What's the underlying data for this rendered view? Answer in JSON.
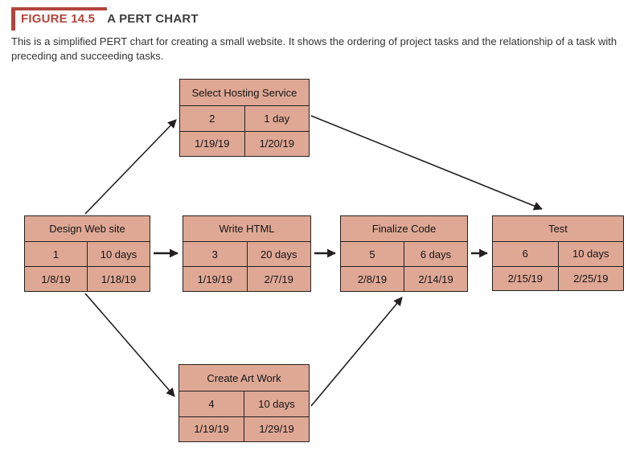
{
  "figure": {
    "label": "FIGURE 14.5",
    "title": "A PERT CHART",
    "description": "This is a simplified PERT chart for creating a small website. It shows the ordering of project tasks and the relationship of a task with preceding and succeeding tasks."
  },
  "colors": {
    "accent_red": "#b2453c",
    "box_fill": "#dfa894",
    "box_border": "#26211f",
    "arrow": "#231f20"
  },
  "diagram": {
    "tasks": [
      {
        "id": "design-web-site",
        "name": "Design Web site",
        "number": "1",
        "duration": "10 days",
        "start": "1/8/19",
        "end": "1/18/19"
      },
      {
        "id": "select-hosting-service",
        "name": "Select Hosting Service",
        "number": "2",
        "duration": "1 day",
        "start": "1/19/19",
        "end": "1/20/19"
      },
      {
        "id": "write-html",
        "name": "Write HTML",
        "number": "3",
        "duration": "20 days",
        "start": "1/19/19",
        "end": "2/7/19"
      },
      {
        "id": "create-art-work",
        "name": "Create Art Work",
        "number": "4",
        "duration": "10 days",
        "start": "1/19/19",
        "end": "1/29/19"
      },
      {
        "id": "finalize-code",
        "name": "Finalize Code",
        "number": "5",
        "duration": "6 days",
        "start": "2/8/19",
        "end": "2/14/19"
      },
      {
        "id": "test",
        "name": "Test",
        "number": "6",
        "duration": "10 days",
        "start": "2/15/19",
        "end": "2/25/19"
      }
    ],
    "connections": [
      {
        "from": "design-web-site",
        "to": "select-hosting-service"
      },
      {
        "from": "design-web-site",
        "to": "write-html"
      },
      {
        "from": "design-web-site",
        "to": "create-art-work"
      },
      {
        "from": "select-hosting-service",
        "to": "test"
      },
      {
        "from": "write-html",
        "to": "finalize-code"
      },
      {
        "from": "create-art-work",
        "to": "finalize-code"
      },
      {
        "from": "finalize-code",
        "to": "test"
      }
    ]
  }
}
